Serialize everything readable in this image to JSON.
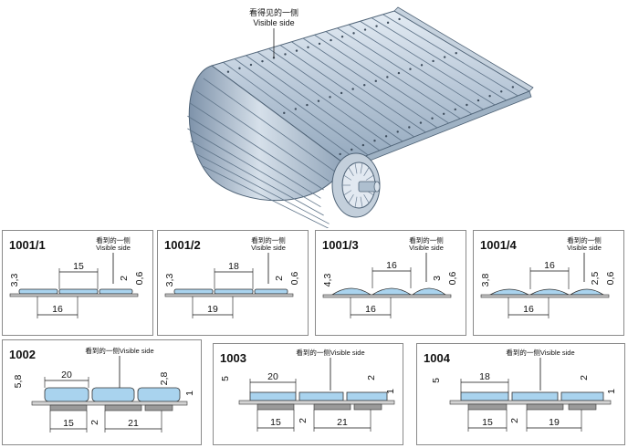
{
  "header": {
    "visible_side_cn": "看得见的一侧",
    "visible_side_en": "Visible side"
  },
  "panels": [
    {
      "code": "1001/1",
      "vs_cn": "看到的一侧",
      "vs_en": "Visible side",
      "pitch": "15",
      "width": "16",
      "height": "3,3",
      "gap": "2",
      "thickness": "0,6"
    },
    {
      "code": "1001/2",
      "vs_cn": "看到的一侧",
      "vs_en": "Visible side",
      "pitch": "18",
      "width": "19",
      "height": "3,3",
      "gap": "2",
      "thickness": "0,6"
    },
    {
      "code": "1001/3",
      "vs_cn": "看到的一侧",
      "vs_en": "Visible side",
      "pitch": "16",
      "width": "16",
      "height": "4,3",
      "gap": "3",
      "thickness": "0,6"
    },
    {
      "code": "1001/4",
      "vs_cn": "看到的一侧",
      "vs_en": "Visible side",
      "pitch": "16",
      "width": "16",
      "height": "3,8",
      "gap": "2,5",
      "thickness": "0,6"
    },
    {
      "code": "1002",
      "vs": "看到的一侧Visible side",
      "top": "20",
      "height": "5,8",
      "h2": "2,8",
      "t": "1",
      "bottom": "15",
      "gap": "2",
      "pitch": "21"
    },
    {
      "code": "1003",
      "vs": "看到的一侧Visible side",
      "top": "20",
      "height": "5",
      "h2": "2",
      "t": "1",
      "bottom": "15",
      "gap": "2",
      "pitch": "21"
    },
    {
      "code": "1004",
      "vs": "看到的一侧Visible side",
      "top": "18",
      "height": "5",
      "h2": "2",
      "t": "1",
      "bottom": "15",
      "gap": "2",
      "pitch": "19"
    }
  ]
}
